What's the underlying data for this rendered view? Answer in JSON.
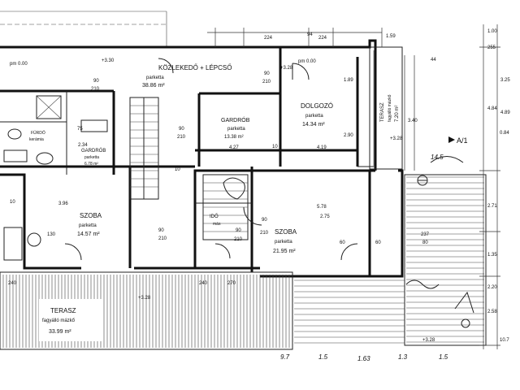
{
  "rooms": [
    {
      "name": "KÖZLEKEDŐ + LÉPCSŐ",
      "floor": "parketta",
      "area": "38.86 m²"
    },
    {
      "name": "GARDRÓB",
      "floor": "parketta",
      "area": "13.38 m²"
    },
    {
      "name": "DOLGOZÓ",
      "floor": "parketta",
      "area": "14.34 m²"
    },
    {
      "name": "SZOBA",
      "floor": "parketta",
      "area": "14.57 m²"
    },
    {
      "name": "SZOBA",
      "floor": "parketta",
      "area": "21.95 m²"
    },
    {
      "name": "TERASZ",
      "floor": "fagyálló mázkő",
      "area": "33.99 m²"
    },
    {
      "name": "TERASZ",
      "floor": "fagyálló mázkő",
      "area": "7.20 m²"
    },
    {
      "name": "GARDRÓB",
      "floor": "parketta",
      "area": "6.78 m²"
    },
    {
      "name": "FÜRDŐ",
      "floor": "kerámia",
      "area": ""
    }
  ],
  "levels": {
    "l1": "+3.30",
    "l2": "pm 0.00",
    "l3": "pm 0.00",
    "l4": "+3.28",
    "l5": "+3.28",
    "l6": "+3.28",
    "l7": "+3.28"
  },
  "door_codes": {
    "c90": "90",
    "c210": "210",
    "c10": "10",
    "c60": "60",
    "c75": "75",
    "c80": "80",
    "c94": "94",
    "c224": "224",
    "c240": "240",
    "c270": "270",
    "c275": "2.75",
    "c130": "130"
  },
  "dims": {
    "d1": "3.96",
    "d2": "5.78",
    "d3": "2.34",
    "d4": "4.27",
    "d5": "4.19",
    "d6": "1.59",
    "d7": "1.00",
    "d8": "4.84",
    "d9": "4.89",
    "d10": "2.90",
    "d11": "2.71",
    "d12": "1.35",
    "d13": "2.58",
    "d14": "1.89",
    "d15": "3.40",
    "d16": "2.20",
    "d17": "237",
    "d18": "10.7",
    "d19": "0.84",
    "d20": "255",
    "d21": "44",
    "d22": "3.25"
  },
  "marks": {
    "section": "A/1",
    "ido": "IDŐ",
    "mas": "más"
  },
  "handwritten": {
    "h1": "14.5",
    "h2": "9.7",
    "h3": "1.5",
    "h4": "1.63",
    "h5": "1.3",
    "h6": "1.5"
  }
}
